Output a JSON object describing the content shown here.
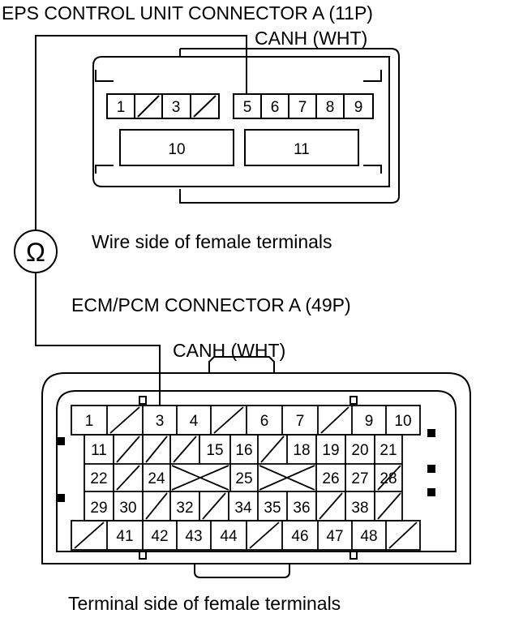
{
  "connector_a": {
    "title": "EPS CONTROL UNIT CONNECTOR A (11P)",
    "wire_label": "CANH (WHT)",
    "side_label": "Wire side of female terminals",
    "pins": {
      "p1": "1",
      "p3": "3",
      "p5": "5",
      "p6": "6",
      "p7": "7",
      "p8": "8",
      "p9": "9",
      "p10": "10",
      "p11": "11"
    }
  },
  "meter": {
    "symbol": "Ω"
  },
  "connector_b": {
    "title": "ECM/PCM CONNECTOR A (49P)",
    "wire_label": "CANH (WHT)",
    "side_label": "Terminal side of female terminals",
    "pins": {
      "p1": "1",
      "p3": "3",
      "p4": "4",
      "p6": "6",
      "p7": "7",
      "p9": "9",
      "p10": "10",
      "p11": "11",
      "p15": "15",
      "p16": "16",
      "p18": "18",
      "p19": "19",
      "p20": "20",
      "p21": "21",
      "p22": "22",
      "p24": "24",
      "p25": "25",
      "p26": "26",
      "p27": "27",
      "p28": "28",
      "p29": "29",
      "p30": "30",
      "p32": "32",
      "p34": "34",
      "p35": "35",
      "p36": "36",
      "p38": "38",
      "p41": "41",
      "p42": "42",
      "p43": "43",
      "p44": "44",
      "p46": "46",
      "p47": "47",
      "p48": "48"
    }
  }
}
